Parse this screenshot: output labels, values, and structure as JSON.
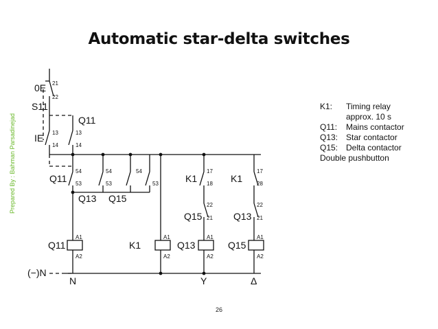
{
  "title": "Automatic star-delta switches",
  "side_label": "Prepared By : Bahman Parsadinejad",
  "page_number": "26",
  "legend": [
    {
      "key": "K1:",
      "value": "Timing relay"
    },
    {
      "key": "",
      "value": "approx. 10 s"
    },
    {
      "key": "Q11:",
      "value": "Mains contactor"
    },
    {
      "key": "Q13:",
      "value": "Star contactor"
    },
    {
      "key": "Q15:",
      "value": "Delta contactor"
    },
    {
      "key": "",
      "value": "Double pushbutton",
      "full": true
    }
  ],
  "labels": {
    "s11_stop": "0E",
    "s11": "S11",
    "s11_start": "IE",
    "q11_top": "Q11",
    "q11_hold": "Q11",
    "q13_inter": "Q13",
    "q15_inter": "Q15",
    "k1_c1": "K1",
    "k1_c2": "K1",
    "q15_nc": "Q15",
    "q13_nc": "Q13",
    "coil_q11": "Q11",
    "coil_k1": "K1",
    "coil_q13": "Q13",
    "coil_q15": "Q15",
    "neutral": "(−)N",
    "term_n": "N",
    "term_y": "Y",
    "term_d": "Δ"
  },
  "terminals": {
    "t21": "21",
    "t22": "22",
    "t13a": "13",
    "t14a": "14",
    "t13b": "13",
    "t14b": "14",
    "t54a": "54",
    "t53a": "53",
    "t54b": "54",
    "t53b": "53",
    "t54c": "54",
    "t53c": "53",
    "t17a": "17",
    "t18": "18",
    "t17b": "17",
    "t28": "28",
    "t22a": "22",
    "t21a": "21",
    "t22b": "22",
    "t21b": "21",
    "a1_1": "A1",
    "a2_1": "A2",
    "a1_2": "A1",
    "a2_2": "A2",
    "a1_3": "A1",
    "a2_3": "A2",
    "a1_4": "A1",
    "a2_4": "A2"
  }
}
